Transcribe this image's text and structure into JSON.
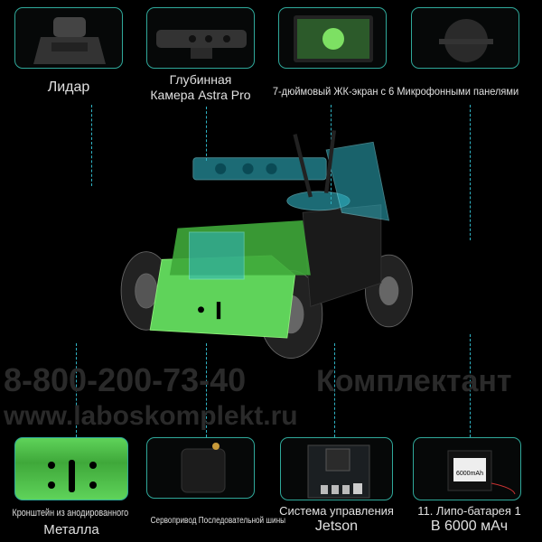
{
  "top_items": [
    {
      "label": "Лидар",
      "icon": "lidar-image"
    },
    {
      "label_line1": "Глубинная",
      "label_line2": "Камера Astra Pro",
      "icon": "depth-camera-image"
    },
    {
      "label": "7-дюймовый ЖК-экран с 6 Микрофонными панелями",
      "icon": "lcd-screen-image"
    },
    {
      "icon": "microphone-array-image"
    }
  ],
  "bottom_items": [
    {
      "label_line1": "Кронштейн из анодированного",
      "label_line2": "Металла",
      "icon": "metal-bracket-image"
    },
    {
      "label": "Сервопривод Последовательной шины",
      "icon": "servo-image"
    },
    {
      "label_line1": "Система управления",
      "label_line2": "Jetson",
      "icon": "jetson-board-image"
    },
    {
      "label_line1": "11. Липо-батарея 1",
      "label_line2": "В 6000 мАч",
      "battery_text": "6000mAh",
      "icon": "battery-image"
    }
  ],
  "watermark": {
    "name": "Комплектант",
    "phone": "8-800-200-73-40",
    "site": "www.laboskomplekt.ru"
  },
  "colors": {
    "accent": "#2fb3c4",
    "green": "#5fd35a",
    "box_border": "#2fa89a"
  }
}
